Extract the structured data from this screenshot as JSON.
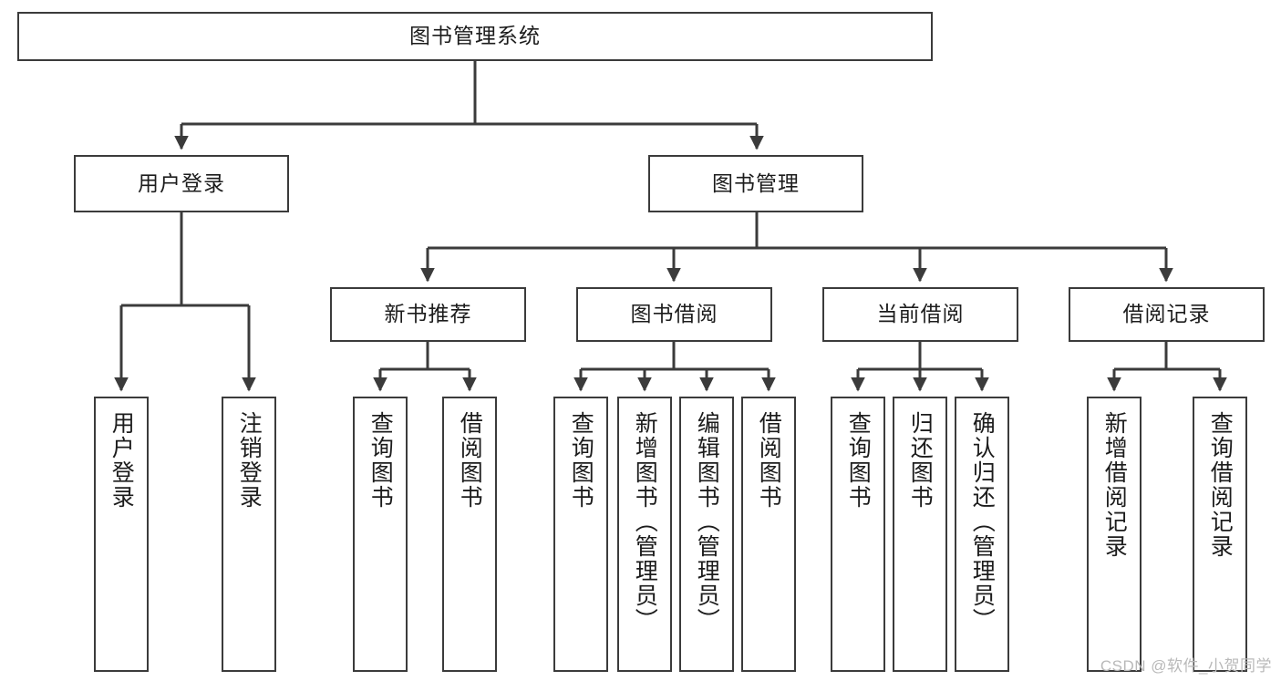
{
  "diagram": {
    "title": "图书管理系统",
    "watermark": "CSDN @软件_小贺同学",
    "accent_color": "#3b3b3b",
    "background_color": "#ffffff",
    "nodes": {
      "root": {
        "label": "图书管理系统"
      },
      "level2": [
        {
          "label": "用户登录"
        },
        {
          "label": "图书管理"
        }
      ],
      "level3": [
        {
          "label": "新书推荐"
        },
        {
          "label": "图书借阅"
        },
        {
          "label": "当前借阅"
        },
        {
          "label": "借阅记录"
        }
      ],
      "leaves": {
        "user_login": [
          {
            "label": "用户登录"
          },
          {
            "label": "注销登录"
          }
        ],
        "new_book_recommend": [
          {
            "label": "查询图书"
          },
          {
            "label": "借阅图书"
          }
        ],
        "book_borrow": [
          {
            "label": "查询图书"
          },
          {
            "label": "新增图书（管理员）"
          },
          {
            "label": "编辑图书（管理员）"
          },
          {
            "label": "借阅图书"
          }
        ],
        "current_borrow": [
          {
            "label": "查询图书"
          },
          {
            "label": "归还图书"
          },
          {
            "label": "确认归还（管理员）"
          }
        ],
        "borrow_record": [
          {
            "label": "新增借阅记录"
          },
          {
            "label": "查询借阅记录"
          }
        ]
      }
    }
  }
}
